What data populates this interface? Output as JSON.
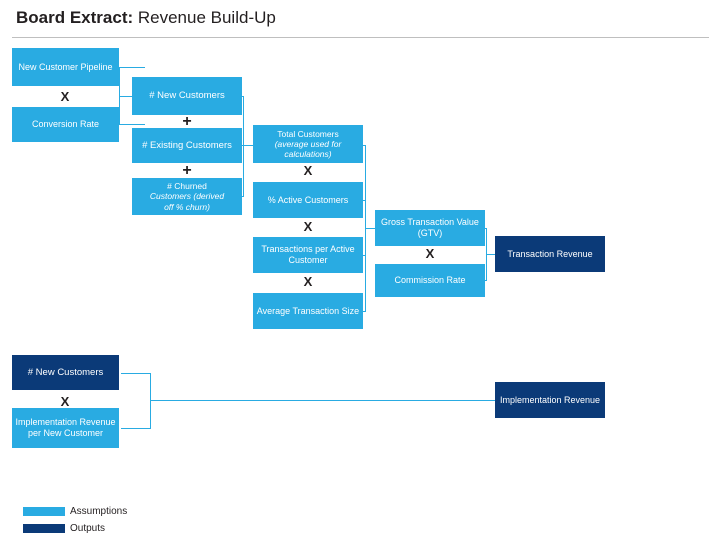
{
  "header": {
    "title_bold": "Board Extract:",
    "title_regular": " Revenue Build-Up"
  },
  "colors": {
    "assumption": "#29abe2",
    "output": "#0b3a78",
    "connector": "#29abe2",
    "text_dark": "#231f20",
    "rule": "#bfbfbf"
  },
  "boxes": [
    {
      "id": "new_customer_pipeline",
      "label": "New Customer Pipeline",
      "type": "assumption"
    },
    {
      "id": "conversion_rate",
      "label": "Conversion Rate",
      "type": "assumption"
    },
    {
      "id": "num_new_customers",
      "label": "# New Customers",
      "type": "assumption"
    },
    {
      "id": "num_existing_customers",
      "label": "# Existing Customers",
      "type": "assumption"
    },
    {
      "id": "num_churned_customers",
      "label_line1": "# Churned",
      "label_line2": "Customers (derived",
      "label_line3": "off % churn)",
      "type": "assumption"
    },
    {
      "id": "total_customers",
      "label_line1": "Total Customers",
      "label_line2": "(average used for",
      "label_line3": "calculations)",
      "type": "assumption"
    },
    {
      "id": "pct_active_customers",
      "label": "% Active Customers",
      "type": "assumption"
    },
    {
      "id": "transactions_per_active_customer",
      "label": "Transactions per Active Customer",
      "type": "assumption"
    },
    {
      "id": "average_transaction_size",
      "label": "Average Transaction Size",
      "type": "assumption"
    },
    {
      "id": "gross_transaction_value",
      "label": "Gross Transaction Value (GTV)",
      "type": "assumption"
    },
    {
      "id": "commission_rate",
      "label": "Commission Rate",
      "type": "assumption"
    },
    {
      "id": "transaction_revenue",
      "label": "Transaction Revenue",
      "type": "output"
    },
    {
      "id": "num_new_customers_2",
      "label": "# New Customers",
      "type": "output"
    },
    {
      "id": "implementation_revenue_per_new_customer",
      "label": "Implementation Revenue per New Customer",
      "type": "assumption"
    },
    {
      "id": "implementation_revenue",
      "label": "Implementation Revenue",
      "type": "output"
    }
  ],
  "operators": {
    "multiply": "X",
    "plus": "+"
  },
  "operator_instances": [
    {
      "id": "op-pipeline-conversion",
      "symbol": "X"
    },
    {
      "id": "op-new-existing",
      "symbol": "+"
    },
    {
      "id": "op-existing-churned",
      "symbol": "+"
    },
    {
      "id": "op-total-active",
      "symbol": "X"
    },
    {
      "id": "op-active-transactions",
      "symbol": "X"
    },
    {
      "id": "op-transactions-size",
      "symbol": "X"
    },
    {
      "id": "op-gtv-commission",
      "symbol": "X"
    },
    {
      "id": "op-newcust-implrev",
      "symbol": "X"
    }
  ],
  "legend": [
    {
      "id": "legend-assumptions",
      "label": "Assumptions",
      "type": "assumption"
    },
    {
      "id": "legend-outputs",
      "label": "Outputs",
      "type": "output"
    }
  ]
}
